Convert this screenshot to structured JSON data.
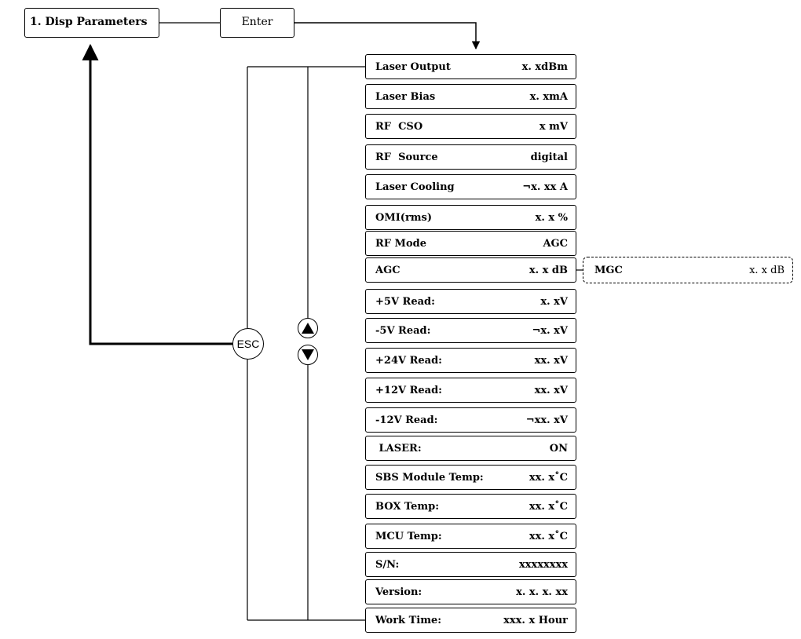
{
  "title_box": "1. Disp Parameters",
  "enter_box": "Enter",
  "esc_button": "ESC",
  "menu_items": [
    {
      "label": "Laser Output",
      "value": "x. xdBm"
    },
    {
      "label": "Laser Bias",
      "value": "x. xmA"
    },
    {
      "label": "RF  CSO",
      "value": "x mV"
    },
    {
      "label": "RF  Source",
      "value": "digital"
    },
    {
      "label": "Laser Cooling",
      "value": "¬x. xx A"
    },
    {
      "label": "OMI(rms)",
      "value": "x. x %"
    },
    {
      "label": "RF Mode",
      "value": "AGC"
    },
    {
      "label": "AGC",
      "value": "x. x dB"
    },
    {
      "label": "+5V Read:",
      "value": "x. xV"
    },
    {
      "label": "-5V Read:",
      "value": "¬x. xV"
    },
    {
      "label": "+24V Read:",
      "value": "xx. xV"
    },
    {
      "label": "+12V Read:",
      "value": "xx. xV"
    },
    {
      "label": "-12V Read:",
      "value": "¬xx. xV"
    },
    {
      "label": " LASER:",
      "value": "ON"
    },
    {
      "label": "SBS Module Temp:",
      "value": "xx. x˚C"
    },
    {
      "label": "BOX Temp:",
      "value": "xx. x˚C"
    },
    {
      "label": "MCU Temp:",
      "value": "xx. x˚C"
    },
    {
      "label": "S/N:",
      "value": "xxxxxxxx"
    },
    {
      "label": "Version:",
      "value": "x. x. x. xx"
    },
    {
      "label": "Work Time:",
      "value": "xxx. x Hour"
    }
  ],
  "mgc_option": {
    "label": "MGC",
    "value": "x. x dB"
  },
  "icons": {
    "up": "up-arrow-icon",
    "down": "down-arrow-icon"
  }
}
